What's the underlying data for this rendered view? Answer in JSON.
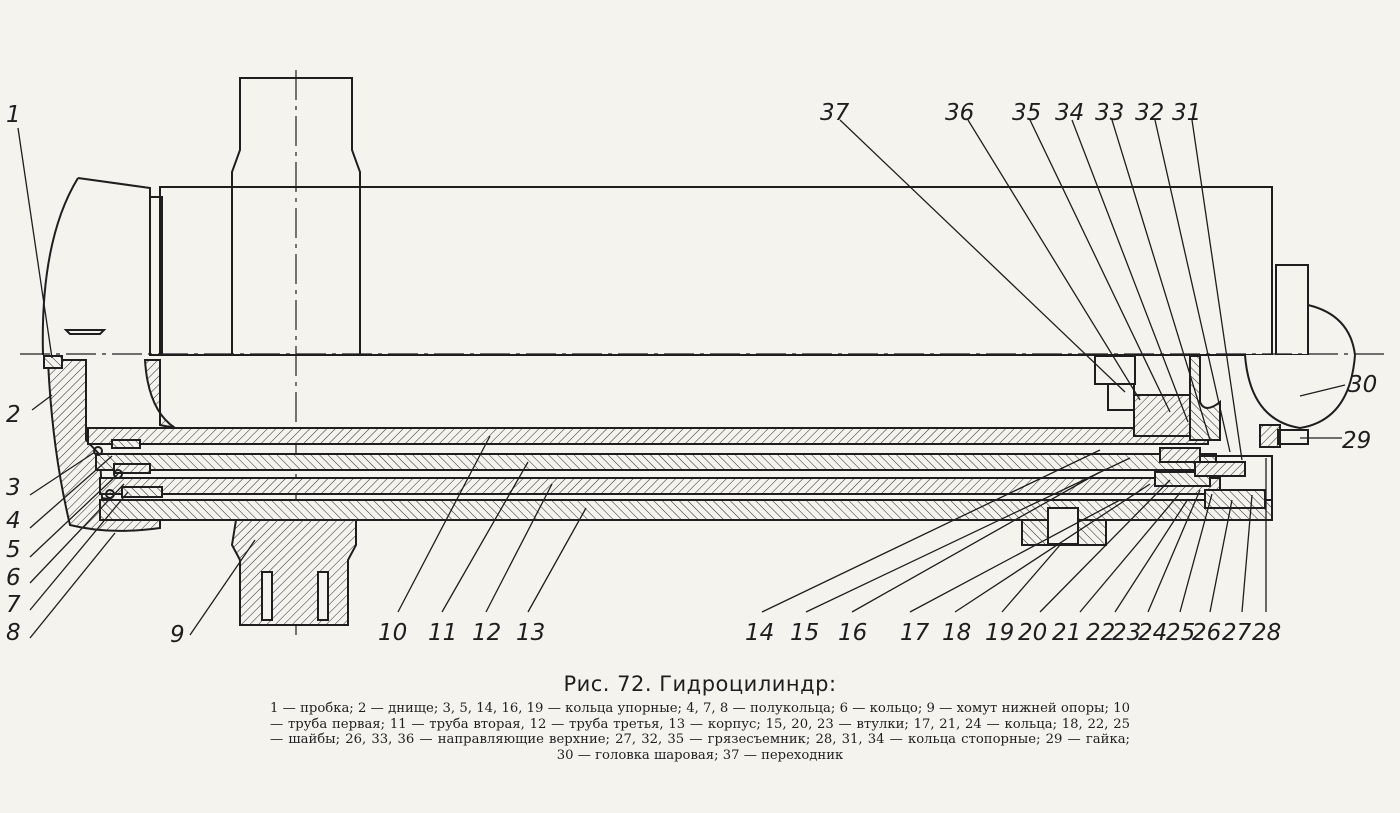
{
  "figure": {
    "title": "Рис. 72. Гидроцилиндр:",
    "legend": "1 — пробка; 2 — днище; 3, 5, 14, 16, 19 — кольца упорные; 4, 7, 8 — полукольца; 6 — кольцо; 9 — хомут нижней опоры; 10 — труба первая; 11 — труба вторая, 12 — труба третья, 13 — корпус; 15, 20, 23 — втулки; 17, 21, 24 — кольца; 18, 22, 25 — шайбы; 26, 33, 36 — направляющие верхние; 27, 32, 35 — грязесъемник; 28, 31, 34 — кольца стопорные; 29 — гайка; 30 — головка шаровая; 37 — переходник"
  },
  "callouts": {
    "left": [
      "1",
      "2",
      "3",
      "4",
      "5",
      "6",
      "7",
      "8"
    ],
    "top": [
      "37",
      "36",
      "35",
      "34",
      "33",
      "32",
      "31"
    ],
    "right": [
      "30",
      "29"
    ],
    "bottom": [
      "9",
      "10",
      "11",
      "12",
      "13",
      "14",
      "15",
      "16",
      "17",
      "18",
      "19",
      "20",
      "21",
      "22",
      "23",
      "24",
      "25",
      "26",
      "27",
      "28"
    ]
  },
  "colors": {
    "ink": "#1e1e1e",
    "paper": "#f4f3ee"
  }
}
